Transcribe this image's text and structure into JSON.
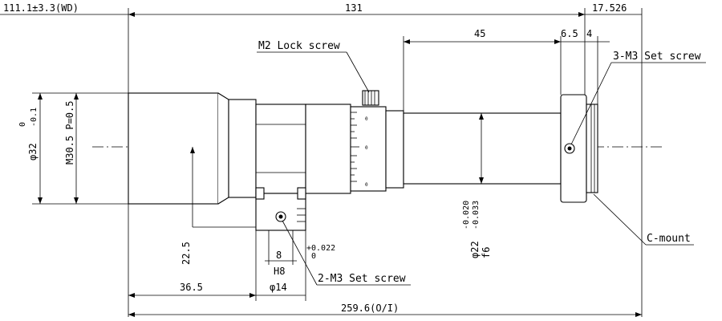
{
  "dimensions": {
    "working_distance": "111.1±3.3(WD)",
    "length_131": "131",
    "rear_17526": "17.526",
    "d45": "45",
    "d6_5": "6.5",
    "d4": "4",
    "h22_5": "22.5",
    "w8": "8",
    "h8": "H8",
    "tol_plus": "+0.022",
    "tol_zero": "0",
    "phi14": "φ14",
    "d36_5": "36.5",
    "overall": "259.6(O/I)",
    "phi32": "φ32",
    "phi32_tol_upper": "0",
    "phi32_tol_lower": "-0.1",
    "m30_5": "M30.5 P=0.5",
    "phi22": "φ22",
    "phi22_tol_upper": "-0.020",
    "phi22_tol_lower": "-0.033",
    "f6": "f6"
  },
  "callouts": {
    "m2_lock_screw": "M2 Lock screw",
    "set_screw_3m3": "3-M3 Set screw",
    "set_screw_2m3": "2-M3 Set screw",
    "c_mount": "C-mount"
  },
  "scale_marks": {
    "top": "0",
    "mid": "0",
    "low": "0"
  }
}
